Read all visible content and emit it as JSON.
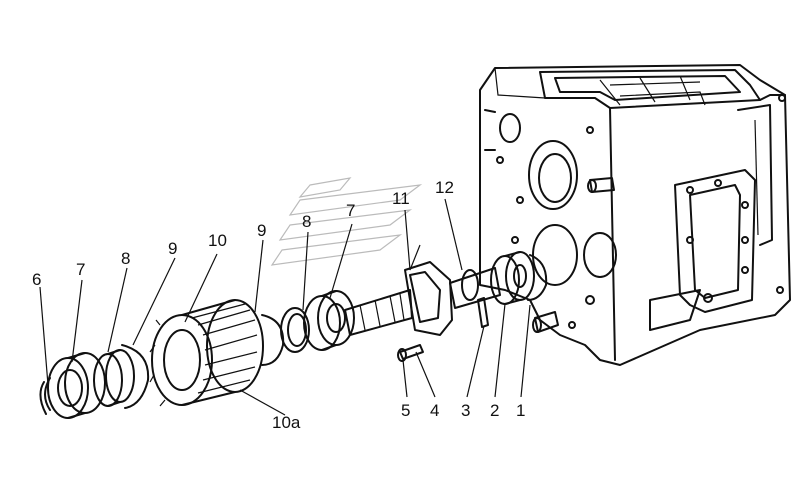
{
  "diagram": {
    "callouts": [
      {
        "id": "c1",
        "label": "1"
      },
      {
        "id": "c2",
        "label": "2"
      },
      {
        "id": "c3",
        "label": "3"
      },
      {
        "id": "c4",
        "label": "4"
      },
      {
        "id": "c5",
        "label": "5"
      },
      {
        "id": "c6",
        "label": "6"
      },
      {
        "id": "c7a",
        "label": "7"
      },
      {
        "id": "c8a",
        "label": "8"
      },
      {
        "id": "c9a",
        "label": "9"
      },
      {
        "id": "c10",
        "label": "10"
      },
      {
        "id": "c9b",
        "label": "9"
      },
      {
        "id": "c8b",
        "label": "8"
      },
      {
        "id": "c7b",
        "label": "7"
      },
      {
        "id": "c11",
        "label": "11"
      },
      {
        "id": "c12",
        "label": "12"
      },
      {
        "id": "c10a",
        "label": "10a"
      }
    ]
  }
}
